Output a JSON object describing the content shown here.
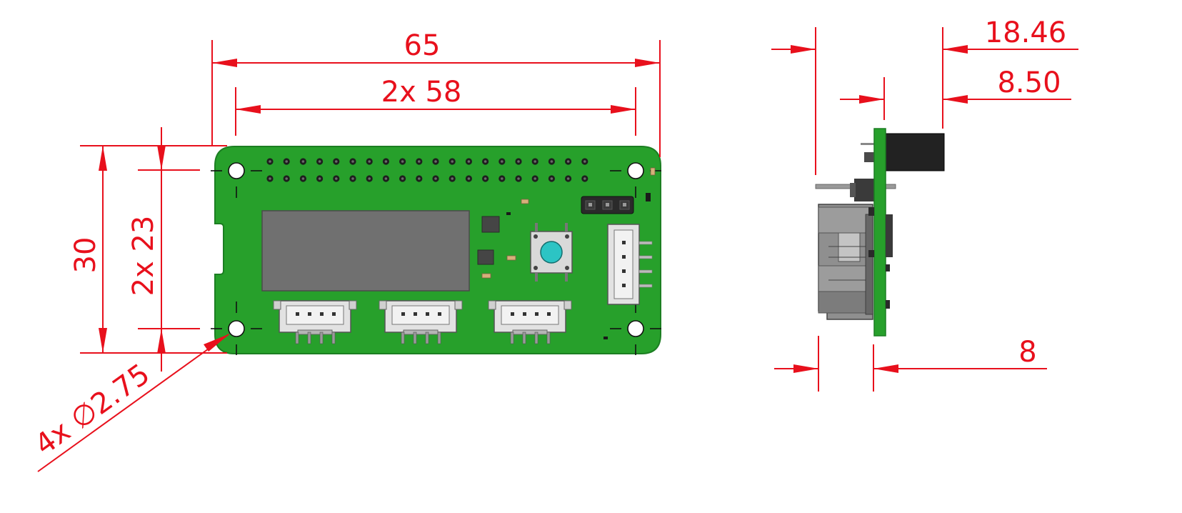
{
  "dimensions": {
    "board_width": "65",
    "hole_spacing_x": "2x 58",
    "board_height": "30",
    "hole_spacing_y": "2x 23",
    "hole_diameter": "4x ∅2.75",
    "side_total_height": "18.46",
    "side_header_height": "8.50",
    "side_bottom_depth": "8"
  },
  "colors": {
    "dimension": "#e8101c",
    "pcb": "#27a02b",
    "pcb_edge": "#1c7e22",
    "display": "#707070",
    "button_cap": "#2cc4c4",
    "connector": "#e2e2e2",
    "header": "#222222"
  }
}
